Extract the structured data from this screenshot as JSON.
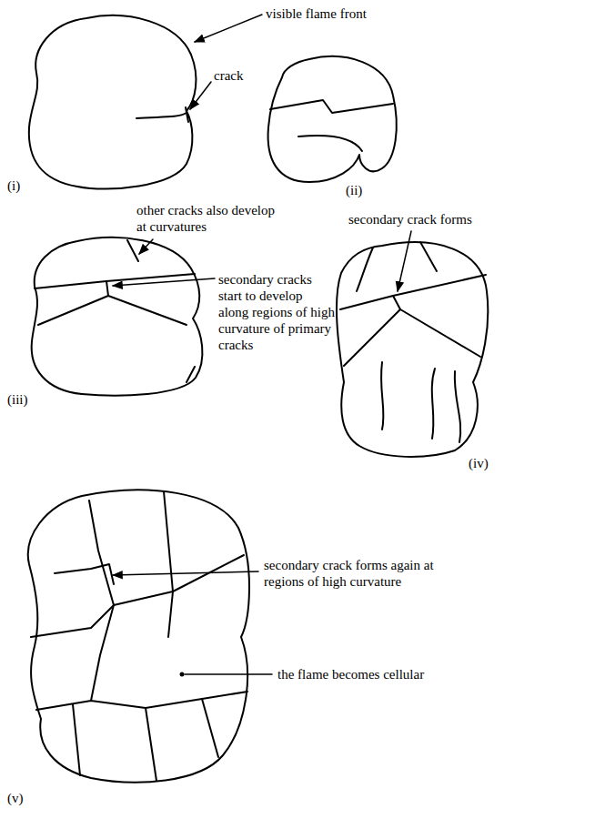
{
  "diagram": {
    "labels": [
      "visible flame front",
      "crack",
      "(i)",
      "(ii)",
      "other cracks also develop at curvatures",
      "secondary cracks start to develop along regions of high curvature of primary cracks",
      "secondary crack forms",
      "(iii)",
      "(iv)",
      "secondary crack forms again at regions of high curvature",
      "the flame becomes cellular",
      "(v)"
    ]
  }
}
